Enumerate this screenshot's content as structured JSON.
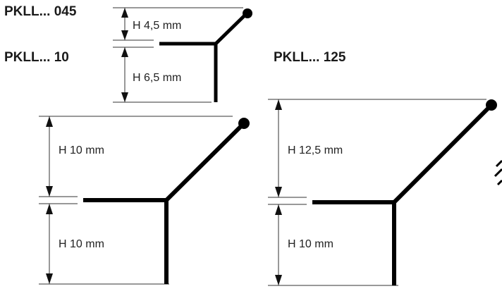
{
  "models": {
    "pkll_045": "PKLL... 045",
    "pkll_10": "PKLL... 10",
    "pkll_125": "PKLL... 125"
  },
  "dimensions": {
    "small_upper": "H 4,5 mm",
    "small_lower": "H 6,5 mm",
    "mid_upper": "H  10 mm",
    "mid_lower": "H  10 mm",
    "big_upper": "H  12,5 mm",
    "big_lower": "H  10 mm"
  },
  "colors": {
    "profile": "#000000",
    "dimension_line": "#333333"
  }
}
